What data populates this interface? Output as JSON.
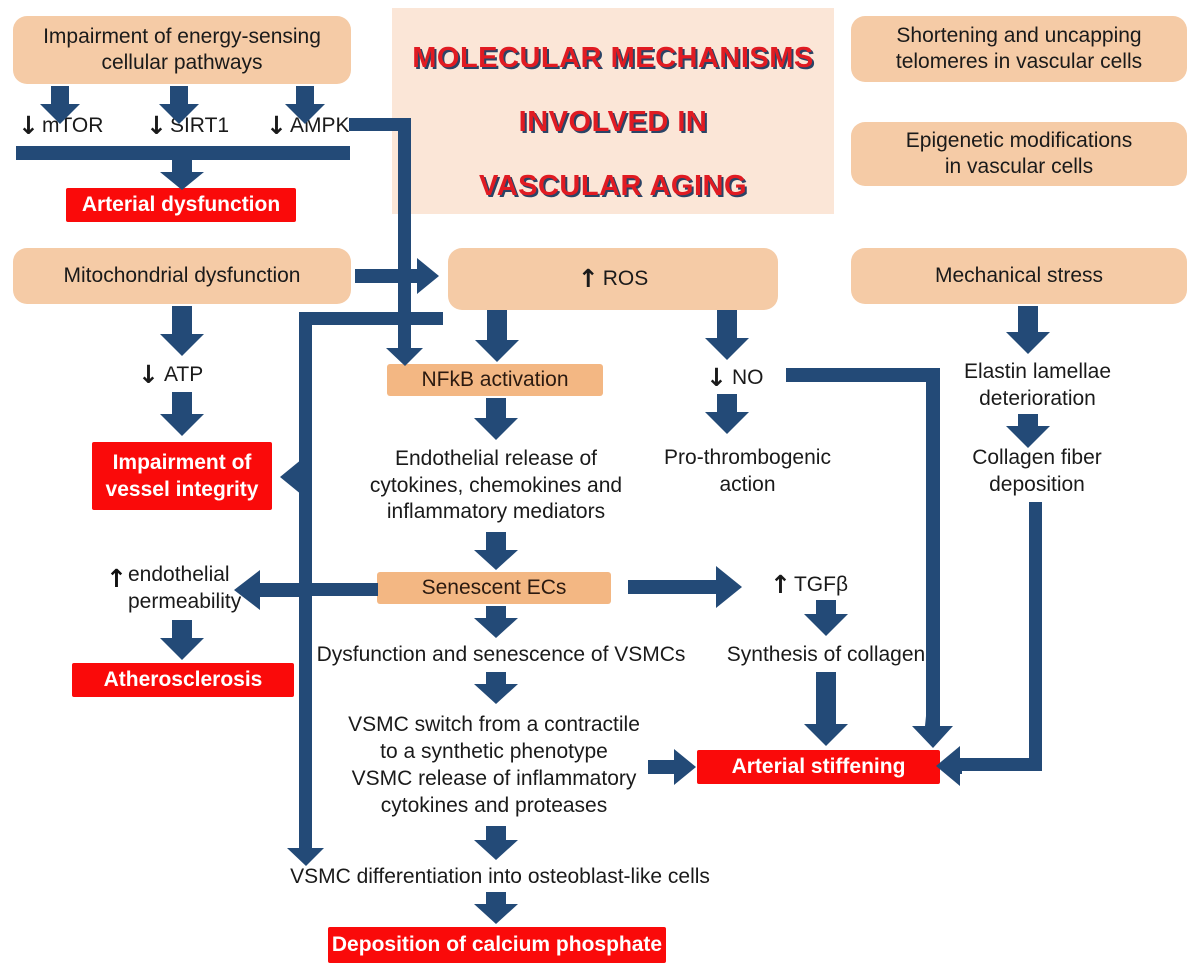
{
  "title": {
    "line1": "MOLECULAR MECHANISMS",
    "line2": "INVOLVED IN",
    "line3": "VASCULAR AGING",
    "text_color": "#E01B22",
    "shadow_color": "#2A4466",
    "panel_color": "#FBE6D7"
  },
  "palette": {
    "peach": "#F5CBA6",
    "peach_dark": "#F3B783",
    "red": "#FA0A0A",
    "navy": "#234A77",
    "text": "#1A1A1A"
  },
  "nodes": {
    "impairment_energy": "Impairment of energy-sensing cellular pathways",
    "mtor": "mTOR",
    "sirt1": "SIRT1",
    "ampk": "AMPK",
    "arterial_dysfunction": "Arterial dysfunction",
    "telomeres": "Shortening and uncapping telomeres in vascular cells",
    "epigenetic": "Epigenetic modifications in vascular cells",
    "mito_dysfunction": "Mitochondrial  dysfunction",
    "ros": "ROS",
    "mechanical_stress": "Mechanical stress",
    "atp": "ATP",
    "nfkb": "NFkB activation",
    "no": "NO",
    "elastin": "Elastin lamellae deterioration",
    "impairment_vessel": "Impairment of vessel integrity",
    "endothelial_release": "Endothelial release of cytokines, chemokines and inflammatory mediators",
    "prothrombogenic": "Pro-thrombogenic action",
    "collagen_deposition": "Collagen fiber deposition",
    "endothelial_permeability": "endothelial permeability",
    "senescent_ecs": "Senescent ECs",
    "tgfb": "TGFβ",
    "atherosclerosis": "Atherosclerosis",
    "vsmc_dysfunction": "Dysfunction and senescence of VSMCs",
    "synthesis_collagen": "Synthesis of collagen",
    "vsmc_switch": "VSMC switch from a contractile to a synthetic phenotype VSMC release of inflammatory cytokines and proteases",
    "arterial_stiffening": "Arterial stiffening",
    "vsmc_differentiation": "VSMC differentiation into osteoblast-like cells",
    "calcium_phosphate": "Deposition of calcium phosphate"
  },
  "node_lines": {
    "impairment_energy": [
      "Impairment of energy-sensing",
      "cellular pathways"
    ],
    "telomeres": [
      "Shortening and uncapping",
      "telomeres in vascular cells"
    ],
    "epigenetic": [
      "Epigenetic modifications",
      "in vascular cells"
    ],
    "elastin": [
      "Elastin lamellae",
      "deterioration"
    ],
    "impairment_vessel": [
      "Impairment of",
      "vessel integrity"
    ],
    "endothelial_release": [
      "Endothelial release of",
      "cytokines, chemokines and",
      "inflammatory mediators"
    ],
    "prothrombogenic": [
      "Pro-thrombogenic",
      "action"
    ],
    "collagen_deposition": [
      "Collagen fiber",
      "deposition"
    ],
    "endothelial_permeability": [
      "endothelial",
      "permeability"
    ],
    "vsmc_switch": [
      "VSMC switch from a contractile",
      "to a synthetic phenotype",
      "VSMC release of inflammatory",
      "cytokines and proteases"
    ]
  },
  "arrow_glyphs": {
    "down_small": "↓",
    "up_small": "↑"
  },
  "regulation": {
    "mtor": "down",
    "sirt1": "down",
    "ampk": "down",
    "atp": "down",
    "no": "down",
    "ros": "up",
    "endothelial_permeability": "up",
    "tgfb": "up"
  }
}
